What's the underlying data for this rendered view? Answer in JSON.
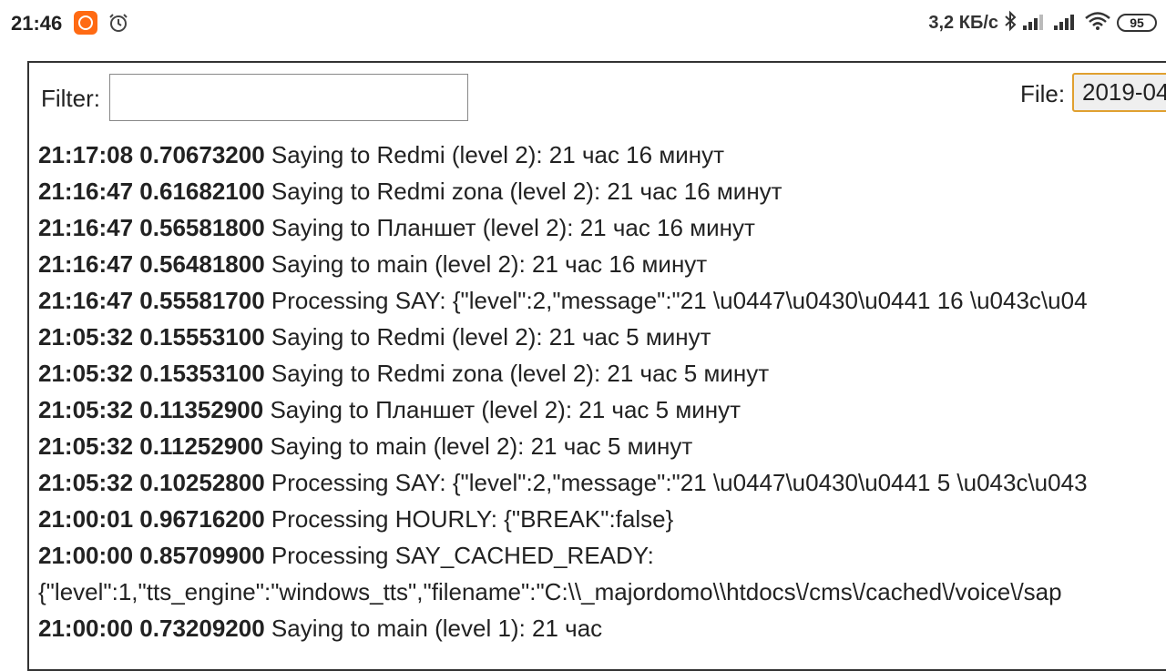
{
  "status_bar": {
    "time": "21:46",
    "speed": "3,2 КБ/с",
    "battery": "95",
    "icons": [
      "app-icon",
      "alarm-icon",
      "bluetooth-icon",
      "signal-icon",
      "signal-icon",
      "wifi-icon",
      "battery-icon"
    ]
  },
  "toolbar": {
    "filter_label": "Filter:",
    "filter_value": "",
    "file_label": "File:",
    "file_value": "2019-04"
  },
  "log": [
    {
      "ts": "21:17:08 0.70673200",
      "msg": " Saying to Redmi (level 2): 21 час 16 минут"
    },
    {
      "ts": "21:16:47 0.61682100",
      "msg": " Saying to Redmi zona (level 2): 21 час 16 минут"
    },
    {
      "ts": "21:16:47 0.56581800",
      "msg": " Saying to Планшет (level 2): 21 час 16 минут"
    },
    {
      "ts": "21:16:47 0.56481800",
      "msg": " Saying to main (level 2): 21 час 16 минут"
    },
    {
      "ts": "21:16:47 0.55581700",
      "msg": " Processing SAY: {\"level\":2,\"message\":\"21 \\u0447\\u0430\\u0441 16 \\u043c\\u04"
    },
    {
      "ts": "21:05:32 0.15553100",
      "msg": " Saying to Redmi (level 2): 21 час 5 минут"
    },
    {
      "ts": "21:05:32 0.15353100",
      "msg": " Saying to Redmi zona (level 2): 21 час 5 минут"
    },
    {
      "ts": "21:05:32 0.11352900",
      "msg": " Saying to Планшет (level 2): 21 час 5 минут"
    },
    {
      "ts": "21:05:32 0.11252900",
      "msg": " Saying to main (level 2): 21 час 5 минут"
    },
    {
      "ts": "21:05:32 0.10252800",
      "msg": " Processing SAY: {\"level\":2,\"message\":\"21 \\u0447\\u0430\\u0441 5 \\u043c\\u043"
    },
    {
      "ts": "21:00:01 0.96716200",
      "msg": " Processing HOURLY: {\"BREAK\":false}"
    },
    {
      "ts": "21:00:00 0.85709900",
      "msg": " Processing SAY_CACHED_READY:"
    },
    {
      "ts": "",
      "msg": "{\"level\":1,\"tts_engine\":\"windows_tts\",\"filename\":\"C:\\\\_majordomo\\\\htdocs\\/cms\\/cached\\/voice\\/sap"
    },
    {
      "ts": "21:00:00 0.73209200",
      "msg": " Saying to main (level 1): 21 час"
    }
  ]
}
